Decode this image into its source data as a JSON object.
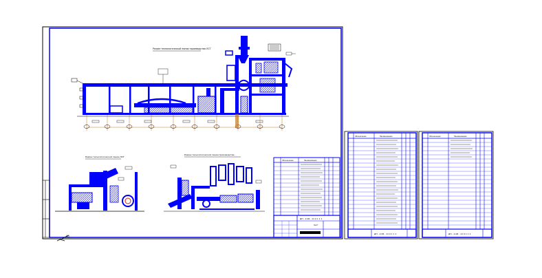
{
  "drawing": {
    "sheet1": {
      "view_top_title": "Разрез технологической линии производства ЛСТ",
      "view_bl_title": "Разрез технологической линии ЛСТ",
      "view_br_title": "Разрез технологической линии производства",
      "spec_header": [
        "Обозначение",
        "Наименование"
      ],
      "stamp_code": "ДП - 2.08 - 11 0 1 1 1",
      "stamp_sheet": "Лист"
    },
    "sheet2": {
      "spec_header": [
        "Обозначение",
        "Наименование"
      ],
      "stamp_code": "ДП - 2.08 - 11 0 1 1 1"
    },
    "sheet3": {
      "spec_header": [
        "Обозначение",
        "Наименование"
      ],
      "stamp_code": "ДП - 2.08 - 11 0 1 1 1"
    },
    "corner_mark": "A1"
  }
}
